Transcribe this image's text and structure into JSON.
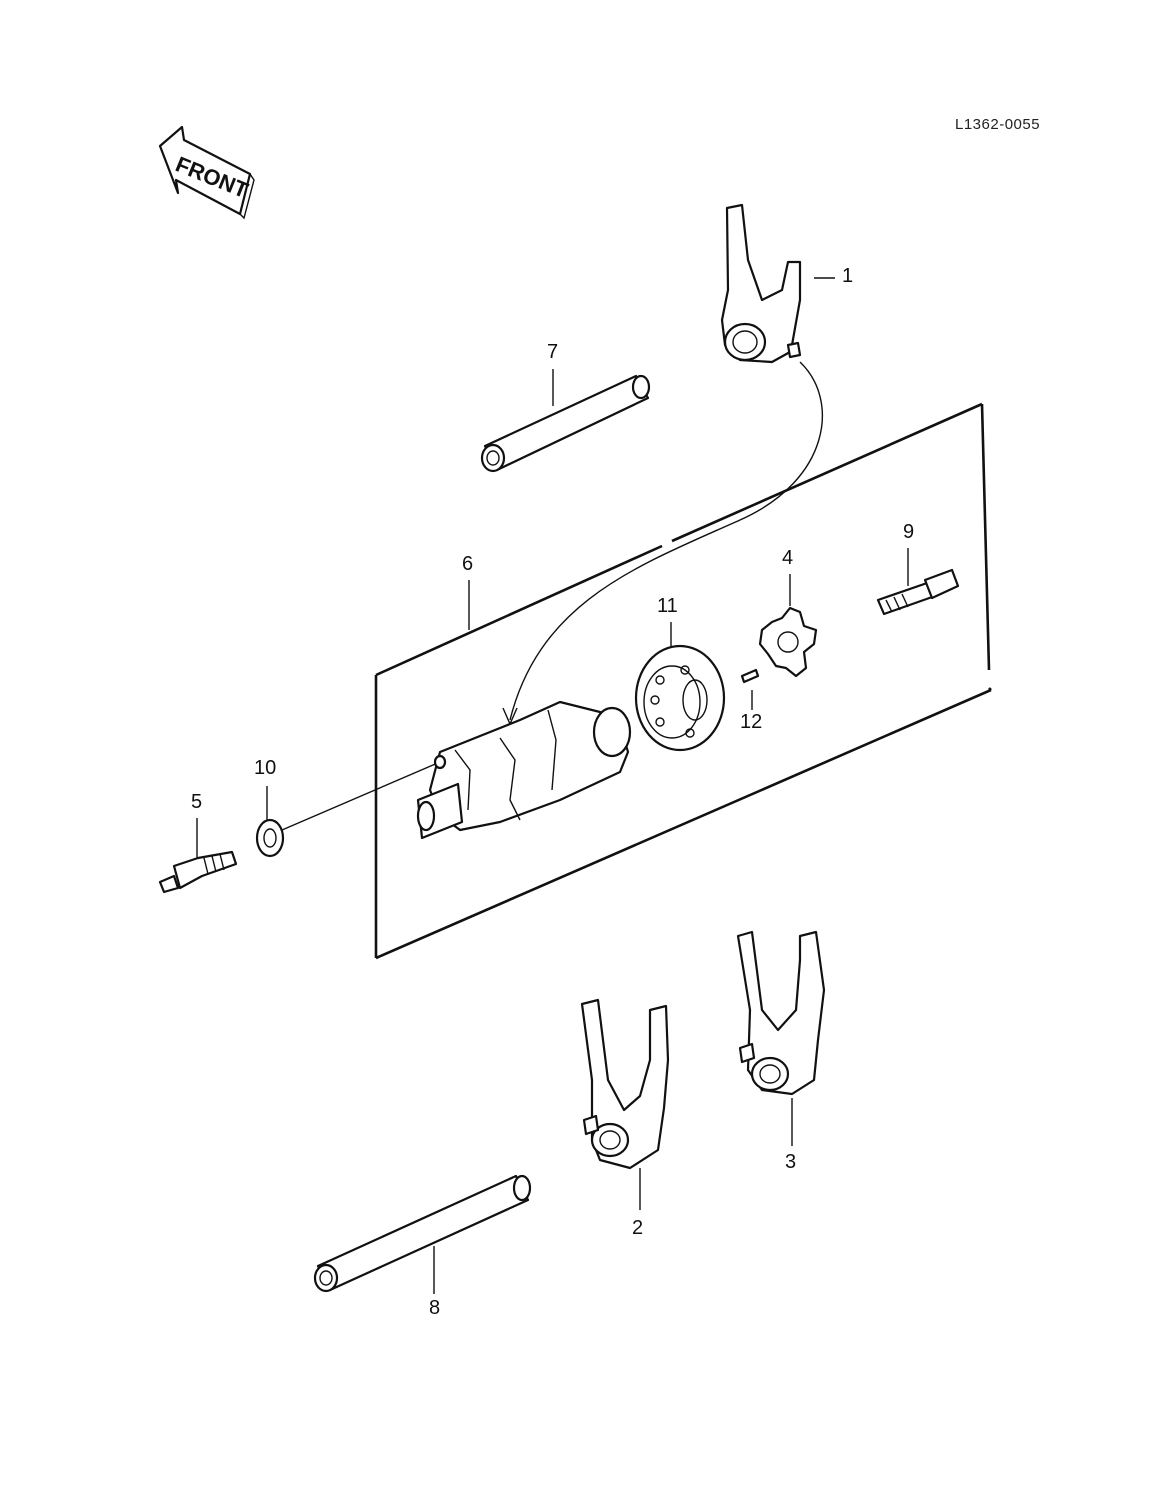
{
  "reference_code": "L1362-0055",
  "front_label": "FRONT",
  "callouts": [
    "1",
    "2",
    "3",
    "4",
    "5",
    "6",
    "7",
    "8",
    "9",
    "10",
    "11",
    "12"
  ],
  "icons": {
    "front_arrow": "front-arrow-icon"
  }
}
